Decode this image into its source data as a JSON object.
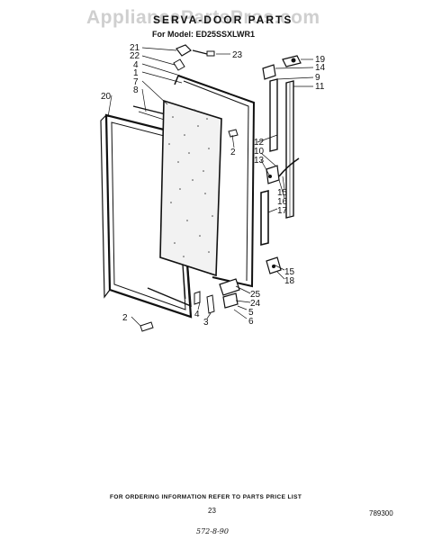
{
  "watermark": "AppliancePartsPros.com",
  "title": "SERVA-DOOR PARTS",
  "model_label": "For Model: ED25SSXLWR1",
  "callouts": {
    "n21": "21",
    "n22": "22",
    "n4a": "4",
    "n1": "1",
    "n7": "7",
    "n8": "8",
    "n20": "20",
    "n23": "23",
    "n19": "19",
    "n14": "14",
    "n9": "9",
    "n11": "11",
    "n12": "12",
    "n10": "10",
    "n13": "13",
    "n2a": "2",
    "n15a": "15",
    "n16": "16",
    "n17": "17",
    "n15b": "15",
    "n18": "18",
    "n25": "25",
    "n24": "24",
    "n5": "5",
    "n6": "6",
    "n4b": "4",
    "n3": "3",
    "n2b": "2"
  },
  "footer": {
    "ordering_info": "FOR ORDERING INFORMATION REFER TO PARTS PRICE LIST",
    "page_number": "23",
    "part_code": "789300",
    "handwritten_note": "572-8-90"
  }
}
